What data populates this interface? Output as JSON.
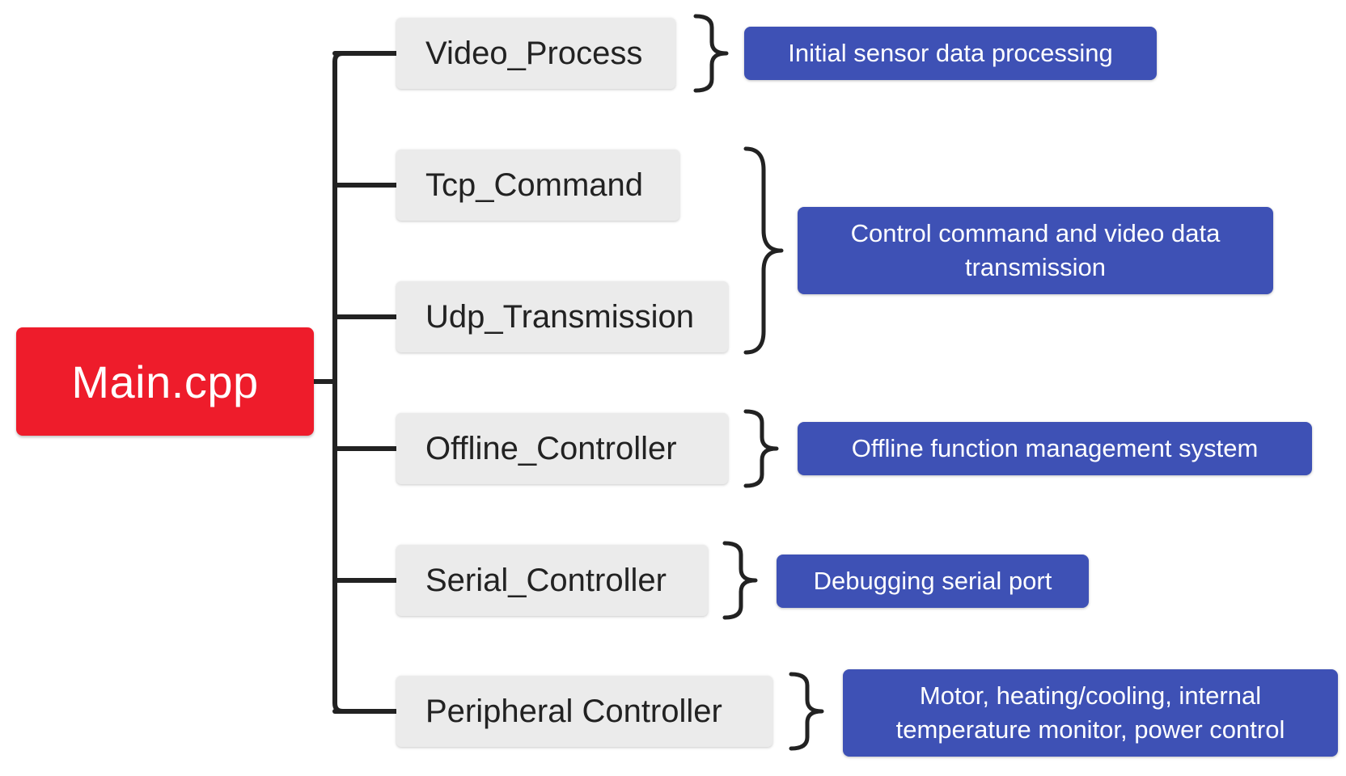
{
  "root": {
    "label": "Main.cpp",
    "color": "#ee1c2b"
  },
  "modules": [
    {
      "label": "Video_Process"
    },
    {
      "label": "Tcp_Command"
    },
    {
      "label": "Udp_Transmission"
    },
    {
      "label": "Offline_Controller"
    },
    {
      "label": "Serial_Controller"
    },
    {
      "label": "Peripheral Controller"
    }
  ],
  "descriptions": [
    {
      "text": "Initial sensor data processing"
    },
    {
      "text": "Control command and video data transmission"
    },
    {
      "text": "Offline function management system"
    },
    {
      "text": "Debugging serial port"
    },
    {
      "text": "Motor, heating/cooling, internal temperature monitor, power control"
    }
  ],
  "colors": {
    "module_fill": "#ebebeb",
    "description_fill": "#3e51b5",
    "connector": "#222222"
  }
}
